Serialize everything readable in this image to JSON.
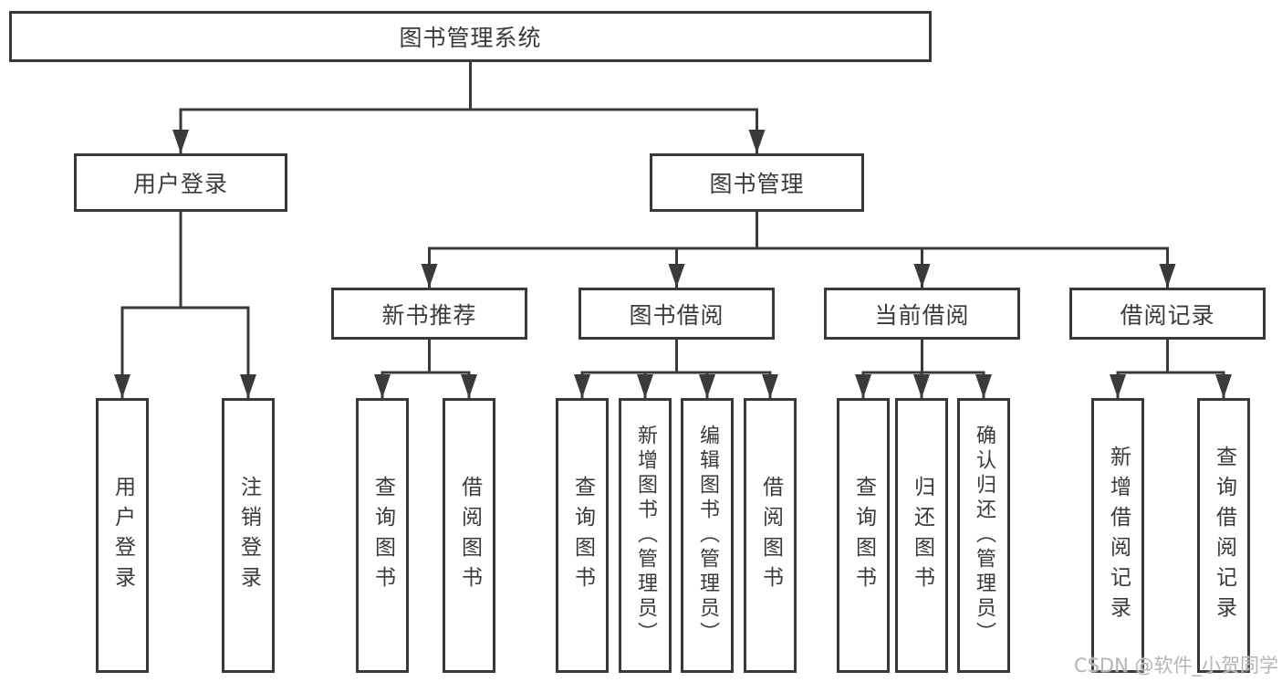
{
  "diagram": {
    "root": {
      "label": "图书管理系统"
    },
    "branches": [
      {
        "label": "用户登录",
        "children": [
          {
            "label": "用户登录"
          },
          {
            "label": "注销登录"
          }
        ]
      },
      {
        "label": "图书管理",
        "children": [
          {
            "label": "新书推荐",
            "children": [
              {
                "label": "查询图书"
              },
              {
                "label": "借阅图书"
              }
            ]
          },
          {
            "label": "图书借阅",
            "children": [
              {
                "label": "查询图书"
              },
              {
                "label": "新增图书（管理员）"
              },
              {
                "label": "编辑图书（管理员）"
              },
              {
                "label": "借阅图书"
              }
            ]
          },
          {
            "label": "当前借阅",
            "children": [
              {
                "label": "查询图书"
              },
              {
                "label": "归还图书"
              },
              {
                "label": "确认归还（管理员）"
              }
            ]
          },
          {
            "label": "借阅记录",
            "children": [
              {
                "label": "新增借阅记录"
              },
              {
                "label": "查询借阅记录"
              }
            ]
          }
        ]
      }
    ]
  },
  "watermark": {
    "text": "CSDN @软件_小贺同学"
  },
  "colors": {
    "line": "#3a3a3a",
    "border": "#39393b",
    "text": "#3a3a3c",
    "watermark": "#b4b4ba",
    "background": "#ffffff"
  }
}
